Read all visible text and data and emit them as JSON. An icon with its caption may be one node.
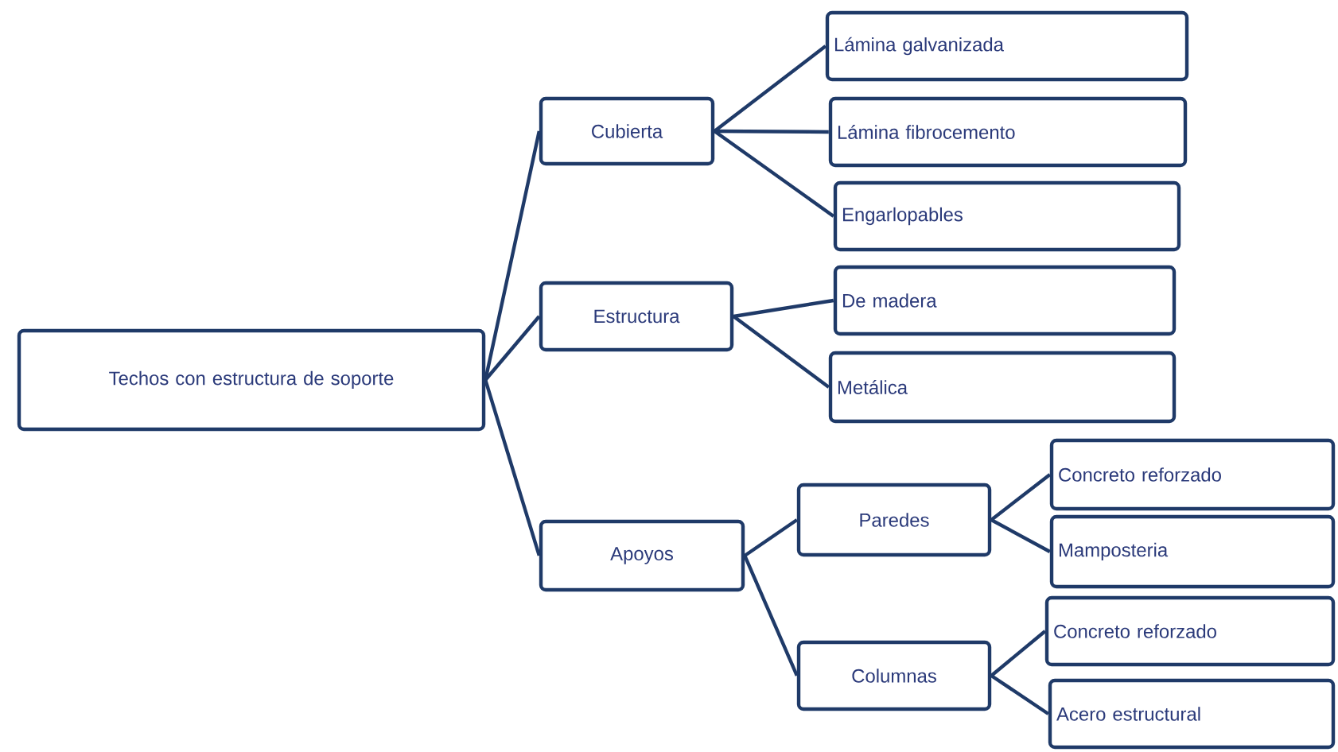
{
  "diagram": {
    "nodes": [
      {
        "text": [
          "Techos con estructura de soporte"
        ]
      },
      {
        "text": [
          "Cubierta"
        ]
      },
      {
        "text": [
          "Lámina galvanizada"
        ]
      },
      {
        "text": [
          "Lámina fibrocemento"
        ]
      },
      {
        "text": [
          "Engarlopables"
        ]
      },
      {
        "text": [
          "Estructura"
        ]
      },
      {
        "text": [
          "De madera"
        ]
      },
      {
        "text": [
          "Metálica"
        ]
      },
      {
        "text": [
          "Apoyos"
        ]
      },
      {
        "text": [
          "Paredes"
        ]
      },
      {
        "text": [
          "Concreto reforzado"
        ]
      },
      {
        "text": [
          "Mamposteria"
        ]
      },
      {
        "text": [
          "Columnas"
        ]
      },
      {
        "text": [
          "Concreto reforzado"
        ]
      },
      {
        "text": [
          "Acero estructural"
        ]
      }
    ],
    "edges": [
      {
        "from": 0,
        "to": 1,
        "arrow": "none"
      },
      {
        "from": 0,
        "to": 5,
        "arrow": "none"
      },
      {
        "from": 0,
        "to": 8,
        "arrow": "none"
      },
      {
        "from": 1,
        "to": 2,
        "arrow": "none"
      },
      {
        "from": 1,
        "to": 3,
        "arrow": "none"
      },
      {
        "from": 1,
        "to": 4,
        "arrow": "none"
      },
      {
        "from": 5,
        "to": 6,
        "arrow": "none"
      },
      {
        "from": 5,
        "to": 7,
        "arrow": "none"
      },
      {
        "from": 8,
        "to": 9,
        "arrow": "none"
      },
      {
        "from": 8,
        "to": 12,
        "arrow": "none"
      },
      {
        "from": 9,
        "to": 10,
        "arrow": "none"
      },
      {
        "from": 9,
        "to": 11,
        "arrow": "none"
      },
      {
        "from": 12,
        "to": 13,
        "arrow": "none"
      },
      {
        "from": 12,
        "to": 14,
        "arrow": "none"
      }
    ]
  }
}
